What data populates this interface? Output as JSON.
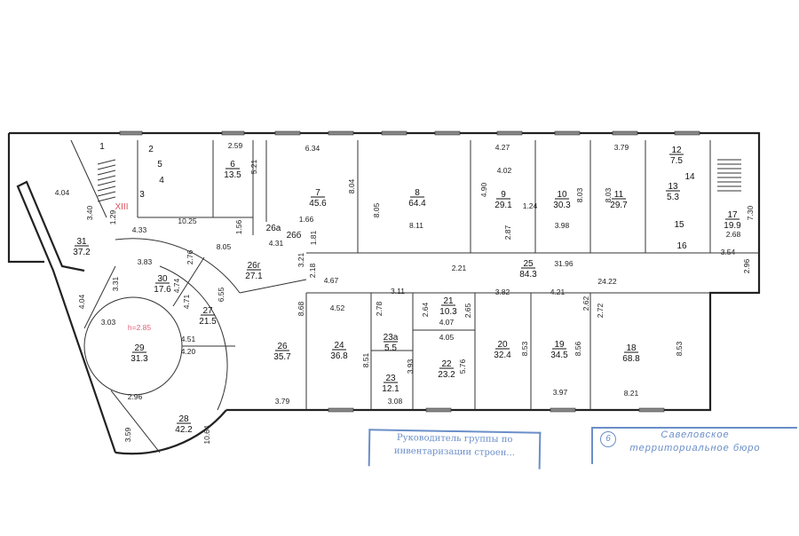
{
  "title": "Floor plan",
  "rooms": [
    {
      "num": "1",
      "area": ""
    },
    {
      "num": "2",
      "area": ""
    },
    {
      "num": "3",
      "area": ""
    },
    {
      "num": "4",
      "area": ""
    },
    {
      "num": "5",
      "area": ""
    },
    {
      "num": "6",
      "area": "13.5"
    },
    {
      "num": "7",
      "area": "45.6"
    },
    {
      "num": "8",
      "area": "64.4"
    },
    {
      "num": "9",
      "area": "29.1"
    },
    {
      "num": "10",
      "area": "30.3"
    },
    {
      "num": "11",
      "area": "29.7"
    },
    {
      "num": "12",
      "area": "7.5"
    },
    {
      "num": "13",
      "area": "5.3"
    },
    {
      "num": "14",
      "area": ""
    },
    {
      "num": "15",
      "area": ""
    },
    {
      "num": "16",
      "area": ""
    },
    {
      "num": "17",
      "area": "19.9"
    },
    {
      "num": "18",
      "area": "68.8"
    },
    {
      "num": "19",
      "area": "34.5"
    },
    {
      "num": "20",
      "area": "32.4"
    },
    {
      "num": "21",
      "area": "10.3"
    },
    {
      "num": "22",
      "area": "23.2"
    },
    {
      "num": "23",
      "area": "12.1"
    },
    {
      "num": "23a",
      "area": "5.5"
    },
    {
      "num": "24",
      "area": "36.8"
    },
    {
      "num": "25",
      "area": "84.3"
    },
    {
      "num": "26",
      "area": "35.7"
    },
    {
      "num": "26г",
      "area": "27.1"
    },
    {
      "num": "26a",
      "area": ""
    },
    {
      "num": "26б",
      "area": ""
    },
    {
      "num": "27",
      "area": "21.5"
    },
    {
      "num": "28",
      "area": "42.2"
    },
    {
      "num": "29",
      "area": "31.3"
    },
    {
      "num": "30",
      "area": "17.6"
    },
    {
      "num": "31",
      "area": "37.2"
    }
  ],
  "staircase_label": "XIII",
  "ceiling_height": "h=2.85",
  "dimensions": [
    "4.04",
    "3.40",
    "1.29",
    "4.33",
    "3.83",
    "3.31",
    "2.76",
    "4.74",
    "4.71",
    "6.55",
    "8.05",
    "10.25",
    "1.56",
    "2.59",
    "5.21",
    "6.34",
    "8.04",
    "8.05",
    "8.11",
    "1.66",
    "4.31",
    "1.81",
    "3.21",
    "2.18",
    "4.67",
    "3.11",
    "2.21",
    "31.96",
    "24.22",
    "3.82",
    "4.21",
    "2.62",
    "2.72",
    "4.27",
    "4.02",
    "4.90",
    "1.24",
    "2.87",
    "3.98",
    "8.03",
    "8.03",
    "3.79",
    "2.68",
    "7.30",
    "3.54",
    "2.96",
    "4.52",
    "8.68",
    "2.78",
    "2.64",
    "2.65",
    "4.07",
    "4.05",
    "8.51",
    "3.93",
    "5.76",
    "8.53",
    "8.56",
    "8.53",
    "3.97",
    "8.21",
    "3.79",
    "3.08",
    "4.51",
    "4.20",
    "3.03",
    "4.04",
    "2.96",
    "3.59",
    "10.64"
  ],
  "stamps": {
    "left": [
      "Руководитель группы по",
      "инвентаризации строен..."
    ],
    "right_number": "6",
    "right": [
      "Савеловское",
      "территориальное бюро"
    ]
  },
  "colors": {
    "walls": "#222222",
    "stamp": "#6a8ec8",
    "label_red": "#e05060"
  }
}
